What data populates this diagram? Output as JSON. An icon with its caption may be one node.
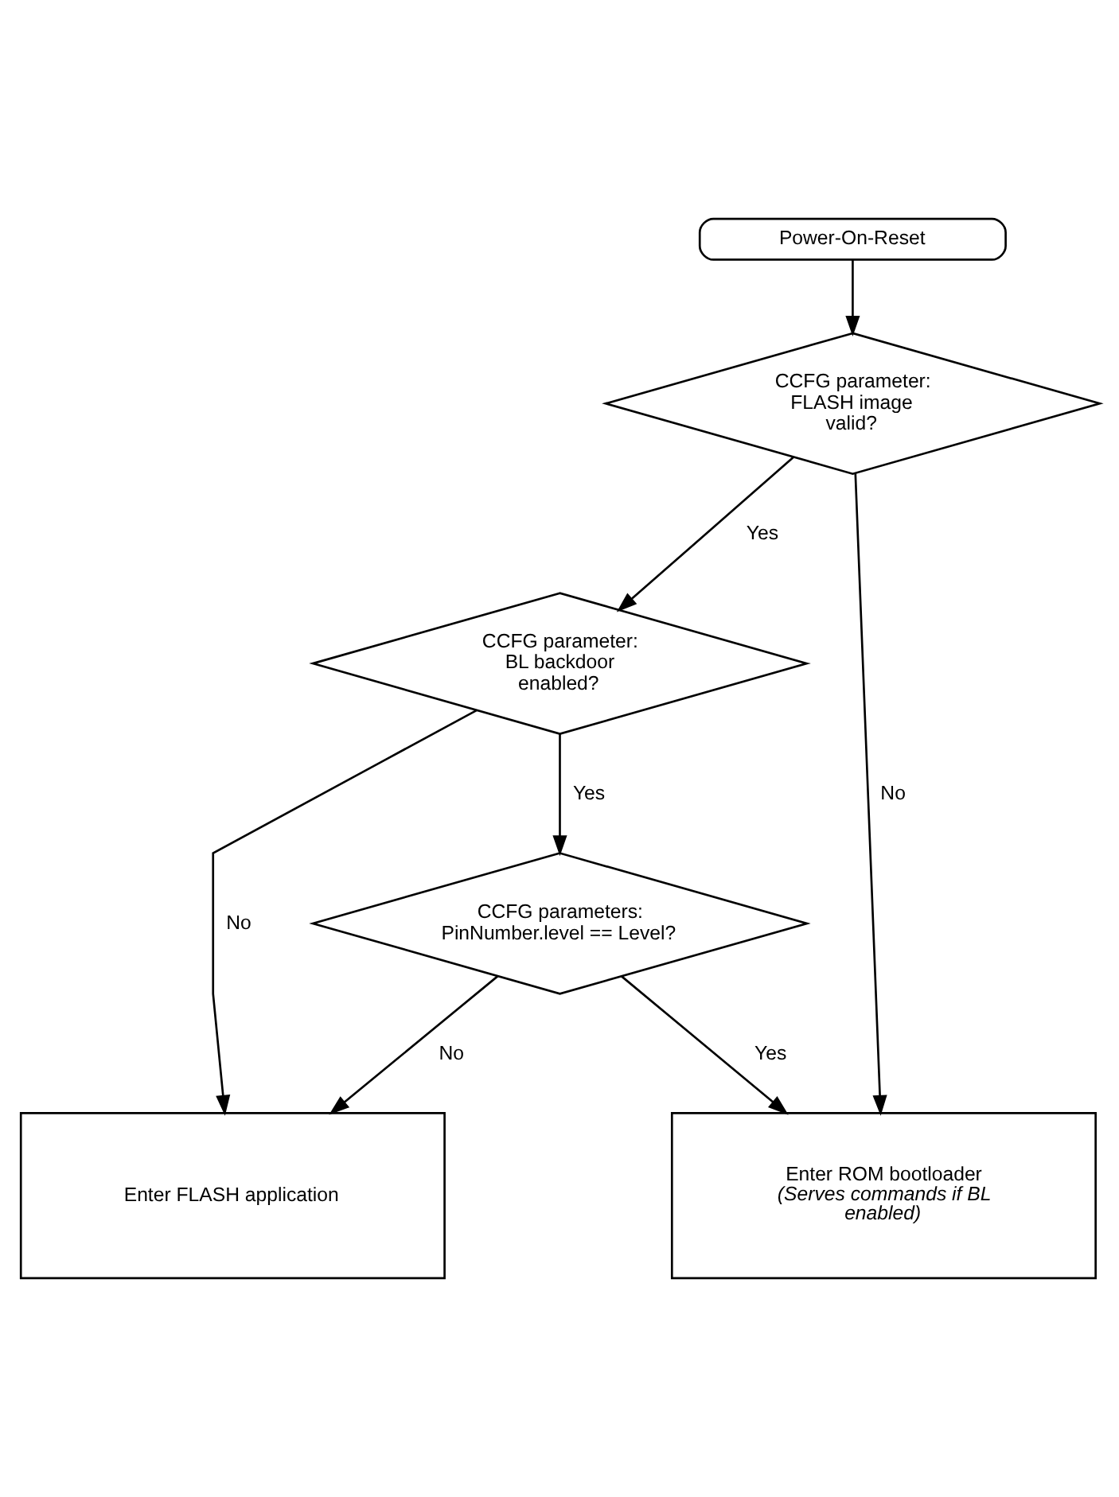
{
  "diagram": {
    "nodes": [
      {
        "text": [
          "Power-On-Reset"
        ]
      },
      {
        "text": [
          "CCFG parameter: FLASH image valid?"
        ]
      },
      {
        "text": [
          "CCFG parameter: BL backdoor enabled?"
        ]
      },
      {
        "text": [
          "CCFG parameters: PinNumber.level == Level?"
        ]
      },
      {
        "text": [
          "Enter FLASH application"
        ]
      },
      {
        "text": [
          "Enter ROM bootloader",
          "(Serves commands if BL enabled)"
        ]
      }
    ],
    "edges": [
      {
        "from": 0,
        "to": 1,
        "arrow": "to"
      },
      {
        "from": 1,
        "to": 2,
        "label": "Yes",
        "arrow": "to"
      },
      {
        "from": 1,
        "to": 5,
        "label": "No",
        "arrow": "to"
      },
      {
        "from": 2,
        "to": 3,
        "label": "Yes",
        "arrow": "to"
      },
      {
        "from": 2,
        "to": 4,
        "label": "No",
        "arrow": "to"
      },
      {
        "from": 3,
        "to": 5,
        "label": "Yes",
        "arrow": "to"
      },
      {
        "from": 3,
        "to": 4,
        "label": "No",
        "arrow": "to"
      }
    ]
  }
}
